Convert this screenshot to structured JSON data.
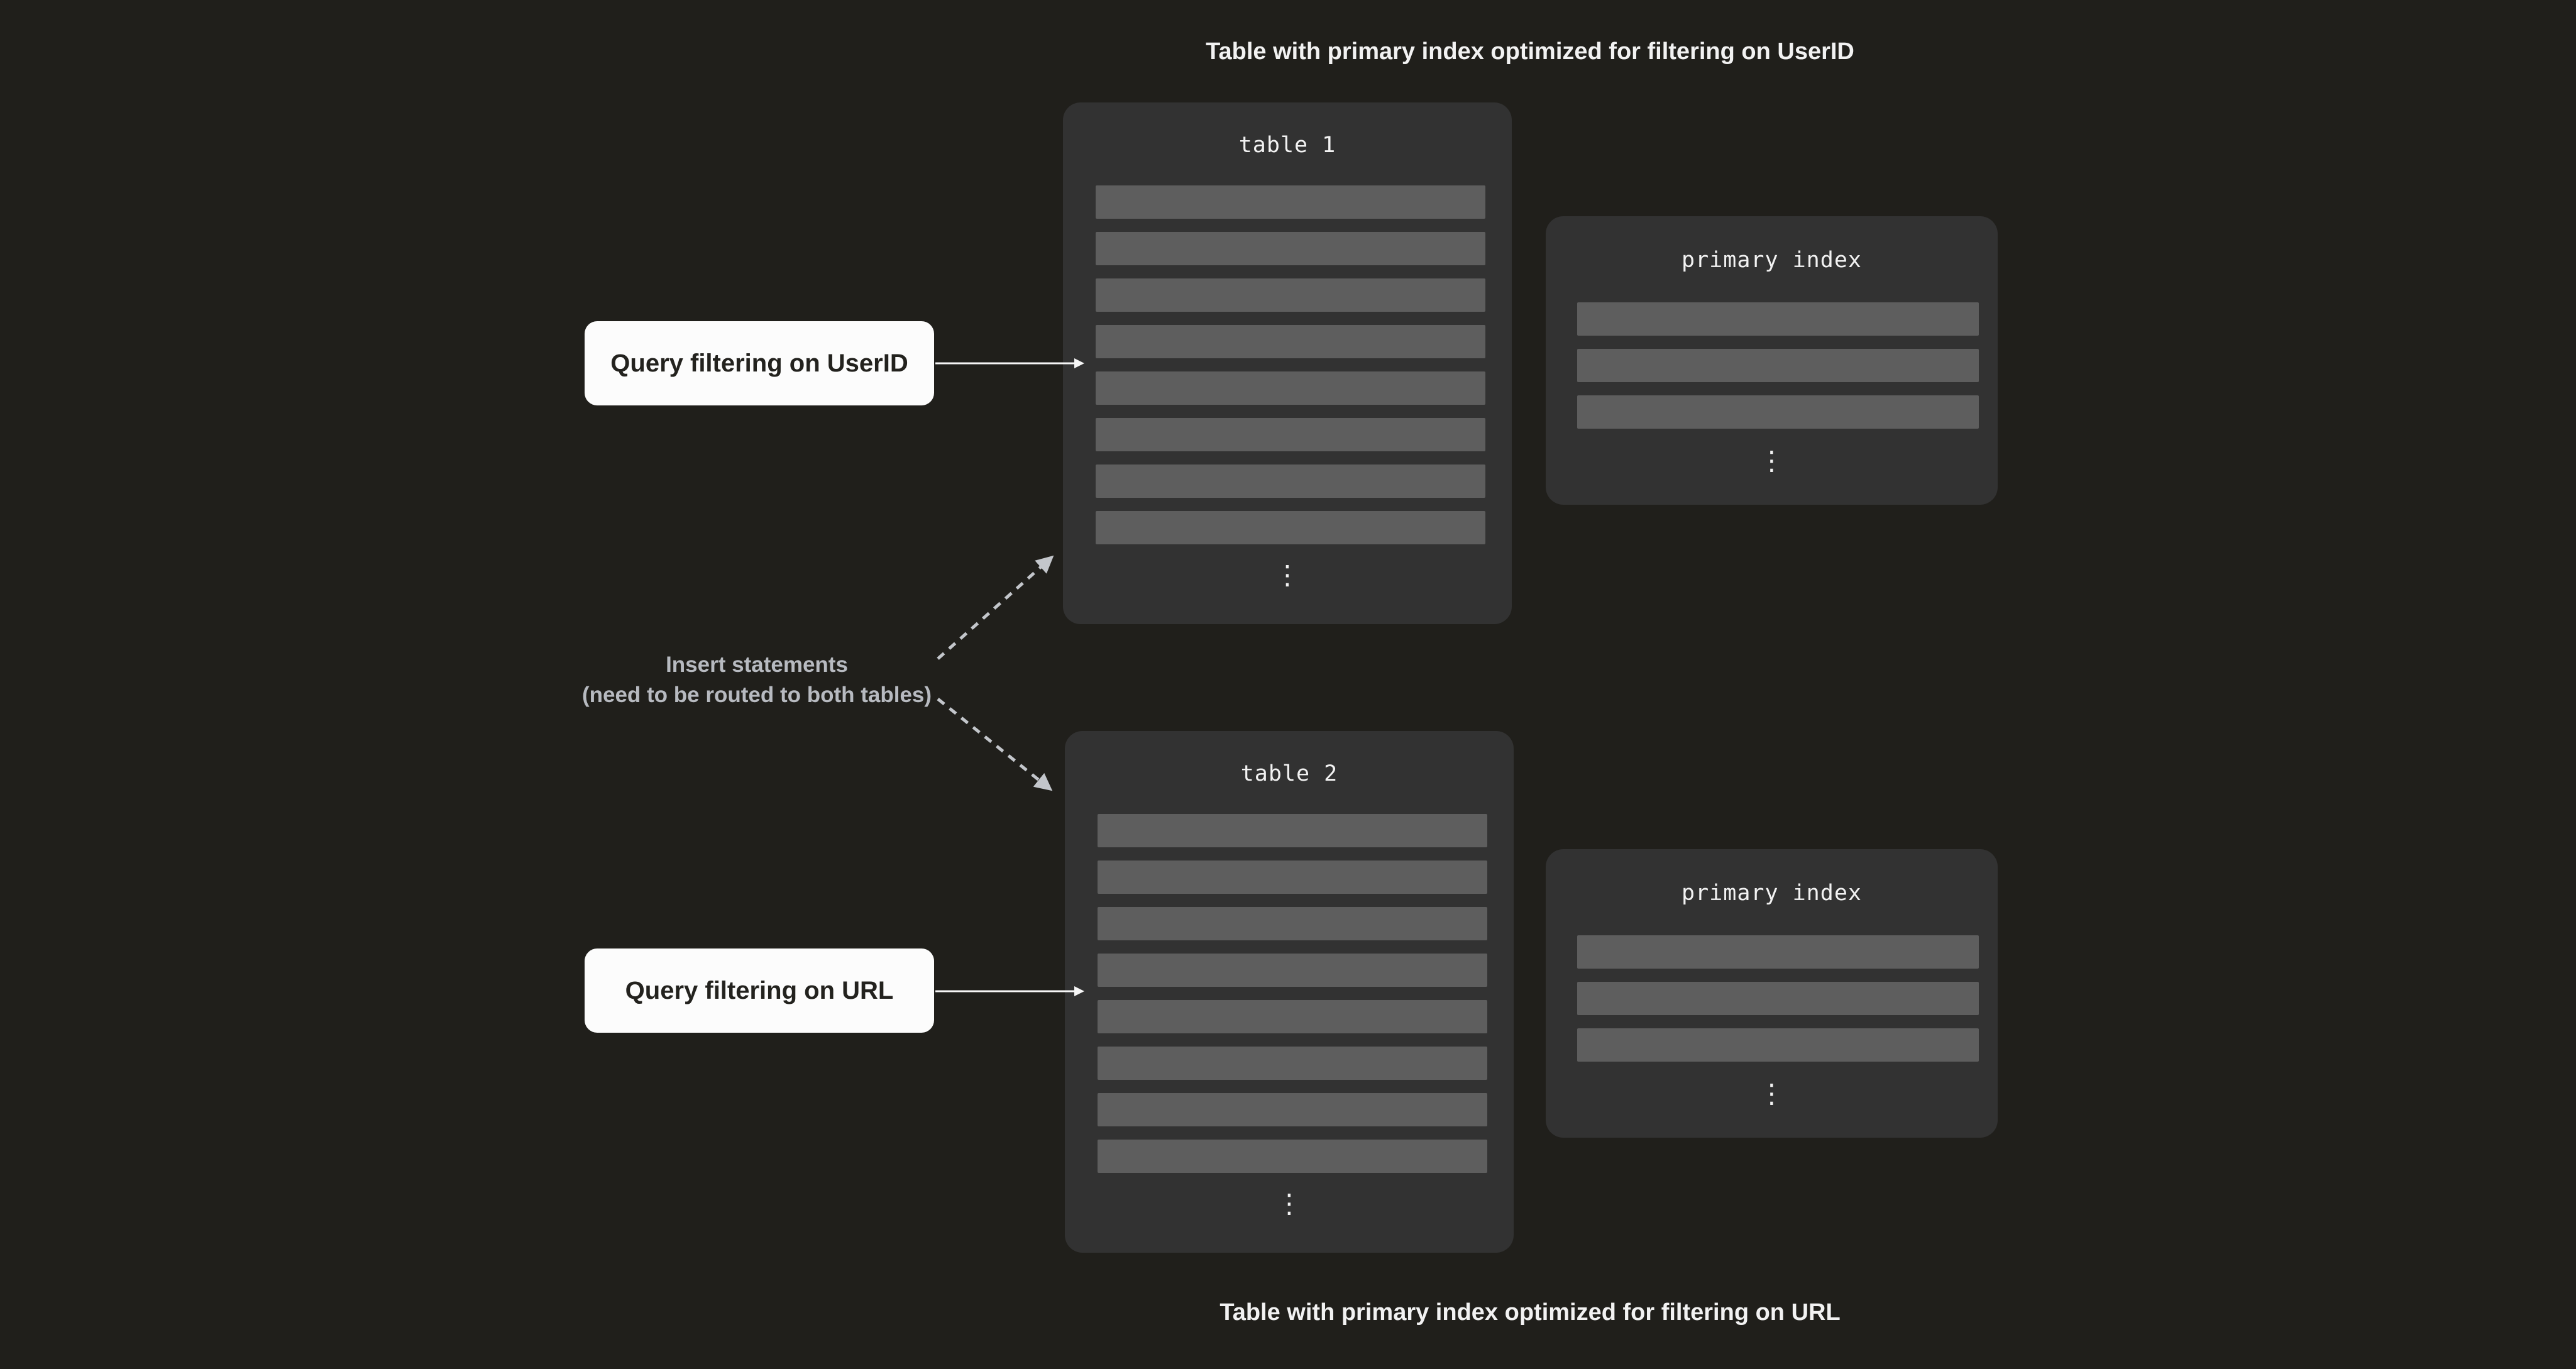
{
  "colors": {
    "background": "#201f1b",
    "card": "#323232",
    "row": "#5e5e5e",
    "white_box": "#fcfcfc",
    "text_light": "#f2f2f2",
    "text_dark": "#23221e",
    "text_muted": "#b7bac0",
    "arrow_solid": "#f6f6f6",
    "arrow_dashed": "#c3c6cb"
  },
  "captions": {
    "top": "Table with primary index optimized for filtering on UserID",
    "bottom": "Table with primary index optimized for filtering on URL"
  },
  "labels": {
    "query_user": "Query filtering on UserID",
    "query_url": "Query filtering on URL",
    "insert_line1": "Insert statements",
    "insert_line2": "(need to be routed to both tables)"
  },
  "glyphs": {
    "vertical_ellipsis": "⋮"
  },
  "tables": [
    {
      "title": "table 1",
      "rows": 8
    },
    {
      "title": "table 2",
      "rows": 8
    }
  ],
  "indexes": [
    {
      "title": "primary index",
      "rows": 3
    },
    {
      "title": "primary index",
      "rows": 3
    }
  ]
}
